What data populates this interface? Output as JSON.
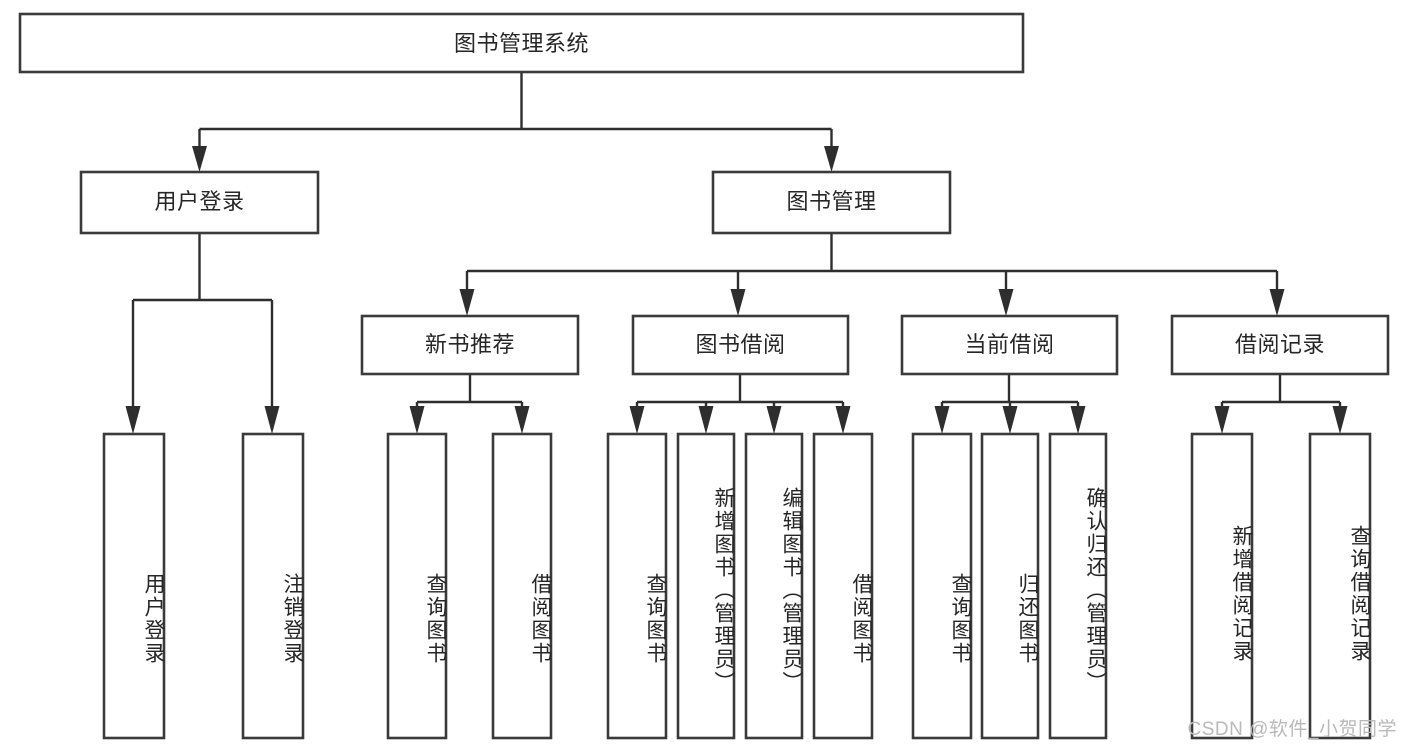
{
  "diagram": {
    "type": "tree",
    "title": "图书管理系统",
    "orientation": "top-down",
    "colors": {
      "box_stroke": "#3a3a3a",
      "box_fill": "#ffffff",
      "connector": "#2e2e2e",
      "text": "#262626",
      "watermark": "#b9b9b9",
      "background": "#ffffff"
    },
    "root": {
      "label": "图书管理系统"
    },
    "level2": [
      {
        "label": "用户登录"
      },
      {
        "label": "图书管理"
      }
    ],
    "level3": [
      {
        "label": "新书推荐"
      },
      {
        "label": "图书借阅"
      },
      {
        "label": "当前借阅"
      },
      {
        "label": "借阅记录"
      }
    ],
    "leaves": {
      "user_login": [
        {
          "label": "用户登录"
        },
        {
          "label": "注销登录"
        }
      ],
      "new_book_recommend": [
        {
          "label": "查询图书"
        },
        {
          "label": "借阅图书"
        }
      ],
      "book_borrow": [
        {
          "label": "查询图书"
        },
        {
          "label": "新增图书（管理员）"
        },
        {
          "label": "编辑图书（管理员）"
        },
        {
          "label": "借阅图书"
        }
      ],
      "current_borrow": [
        {
          "label": "查询图书"
        },
        {
          "label": "归还图书"
        },
        {
          "label": "确认归还（管理员）"
        }
      ],
      "borrow_record": [
        {
          "label": "新增借阅记录"
        },
        {
          "label": "查询借阅记录"
        }
      ]
    }
  },
  "watermark": {
    "text": "CSDN @软件_小贺同学"
  }
}
